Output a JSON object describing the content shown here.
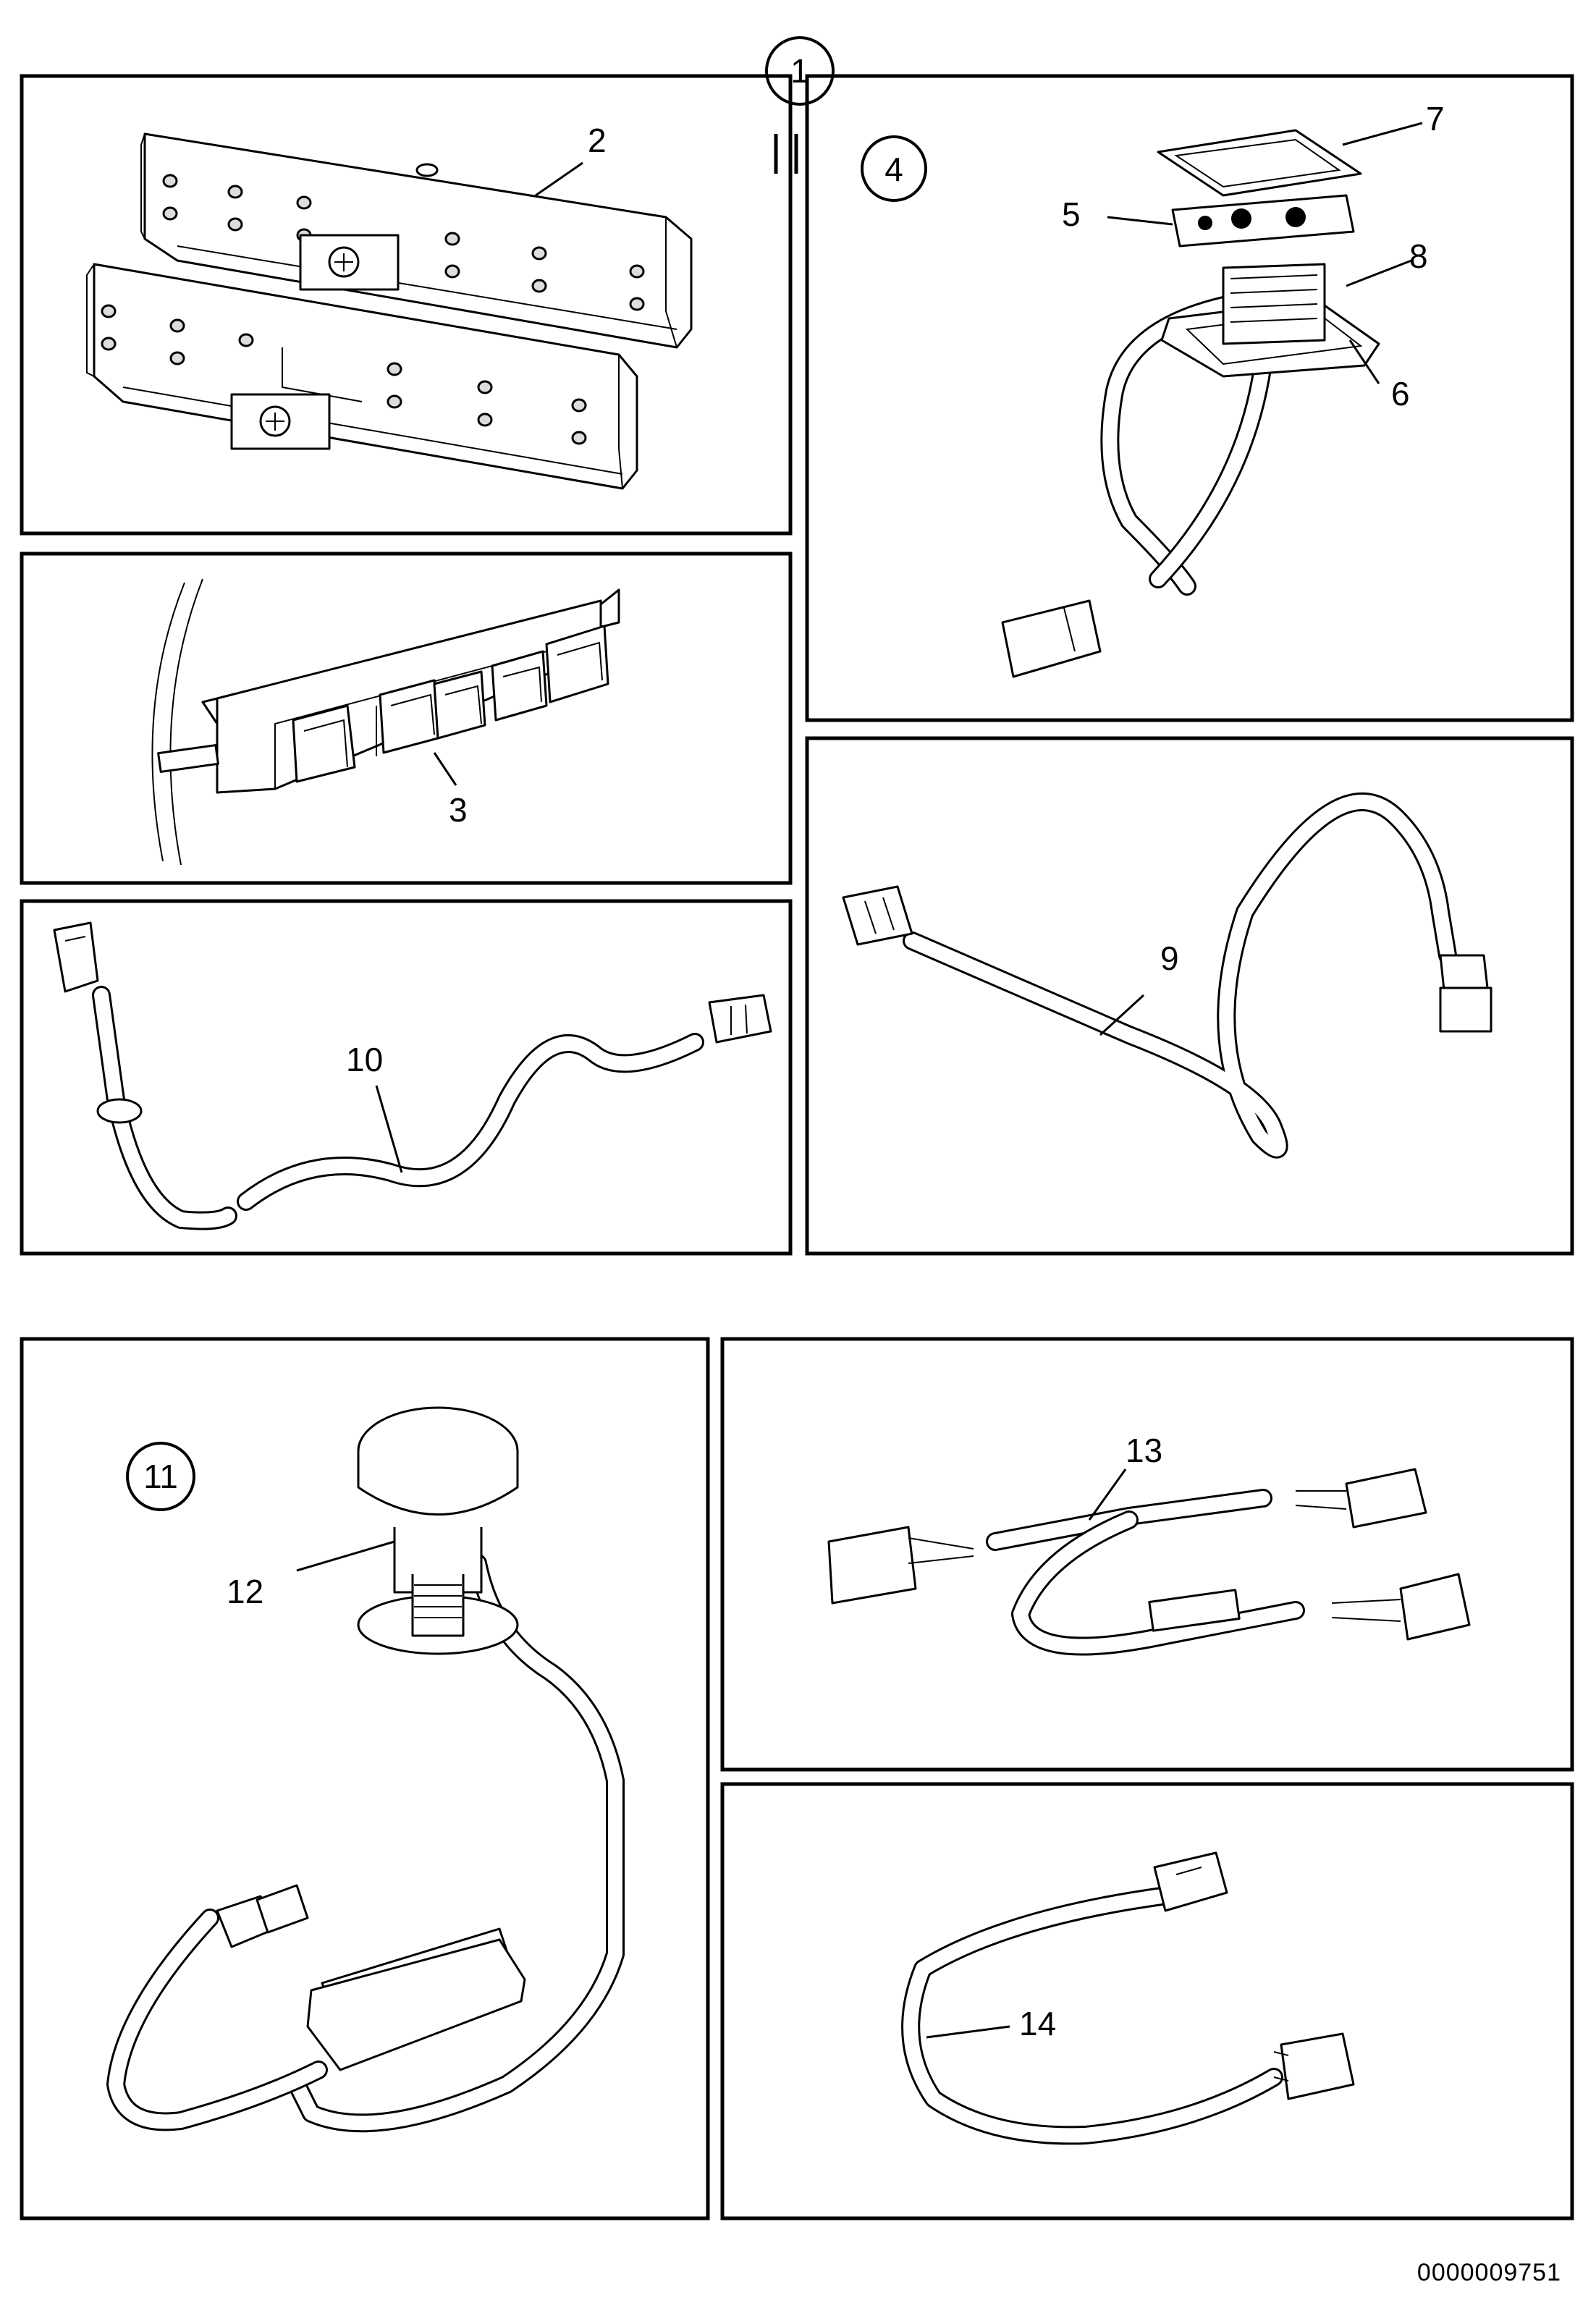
{
  "callouts": {
    "c1": "1",
    "c2": "2",
    "c3": "3",
    "c4": "4",
    "c5": "5",
    "c6": "6",
    "c7": "7",
    "c8": "8",
    "c9": "9",
    "c10": "10",
    "c11": "11",
    "c12": "12",
    "c13": "13",
    "c14": "14"
  },
  "document_number": "0000009751"
}
